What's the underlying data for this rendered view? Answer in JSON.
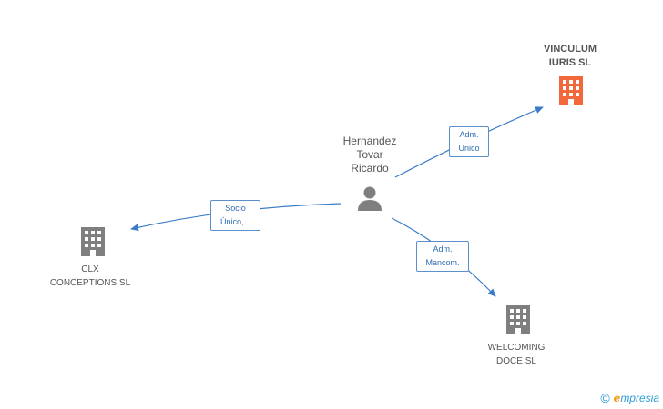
{
  "person": {
    "name": "Hernandez\nTovar\nRicardo",
    "icon": "person-icon"
  },
  "companies": {
    "vinculum": {
      "name": "VINCULUM\nIURIS SL",
      "icon": "building-icon",
      "color": "#f2683a"
    },
    "clx": {
      "name": "CLX\nCONCEPTIONS SL",
      "icon": "building-icon",
      "color": "#7f7f7f"
    },
    "welcoming": {
      "name": "WELCOMING\nDOCE SL",
      "icon": "building-icon",
      "color": "#7f7f7f"
    }
  },
  "relations": {
    "vinculum": {
      "line1": "Adm.",
      "line2": "Unico"
    },
    "clx": {
      "line1": "Socio",
      "line2": "Único,..."
    },
    "welcoming": {
      "line1": "Adm.",
      "line2": "Mancom."
    }
  },
  "colors": {
    "edge": "#3a7cc8",
    "person": "#7f7f7f"
  },
  "brand": {
    "copyright": "©",
    "initial": "e",
    "rest": "mpresia"
  }
}
